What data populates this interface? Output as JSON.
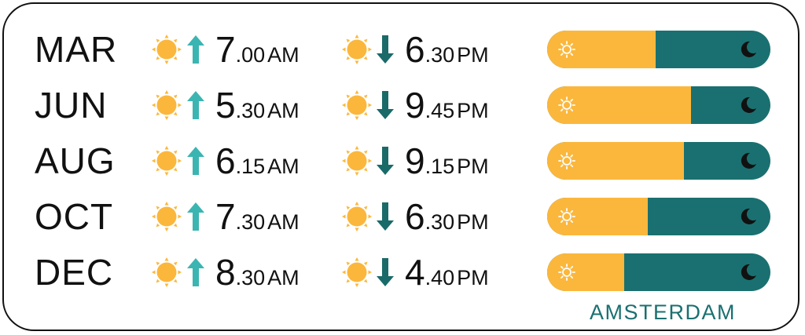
{
  "colors": {
    "sun": "#fbb73c",
    "sunrise_arrow": "#3bb5b2",
    "sunset_arrow": "#1a6a6a",
    "night": "#1a7070",
    "day": "#fbb73c"
  },
  "icons": {
    "sunrise": [
      "sun-icon",
      "arrow-up-icon"
    ],
    "sunset": [
      "sun-icon",
      "arrow-down-icon"
    ],
    "bar": [
      "sun-icon",
      "moon-icon"
    ]
  },
  "rows": [
    {
      "month": "MAR",
      "sunrise": {
        "hour": "7",
        "mins": ".00",
        "ampm": "AM"
      },
      "sunset": {
        "hour": "6",
        "mins": ".30",
        "ampm": "PM"
      },
      "daylight_fraction": 0.486
    },
    {
      "month": "JUN",
      "sunrise": {
        "hour": "5",
        "mins": ".30",
        "ampm": "AM"
      },
      "sunset": {
        "hour": "9",
        "mins": ".45",
        "ampm": "PM"
      },
      "daylight_fraction": 0.646
    },
    {
      "month": "AUG",
      "sunrise": {
        "hour": "6",
        "mins": ".15",
        "ampm": "AM"
      },
      "sunset": {
        "hour": "9",
        "mins": ".15",
        "ampm": "PM"
      },
      "daylight_fraction": 0.613
    },
    {
      "month": "OCT",
      "sunrise": {
        "hour": "7",
        "mins": ".30",
        "ampm": "AM"
      },
      "sunset": {
        "hour": "6",
        "mins": ".30",
        "ampm": "PM"
      },
      "daylight_fraction": 0.451
    },
    {
      "month": "DEC",
      "sunrise": {
        "hour": "8",
        "mins": ".30",
        "ampm": "AM"
      },
      "sunset": {
        "hour": "4",
        "mins": ".40",
        "ampm": "PM"
      },
      "daylight_fraction": 0.345
    }
  ],
  "city": "AMSTERDAM"
}
